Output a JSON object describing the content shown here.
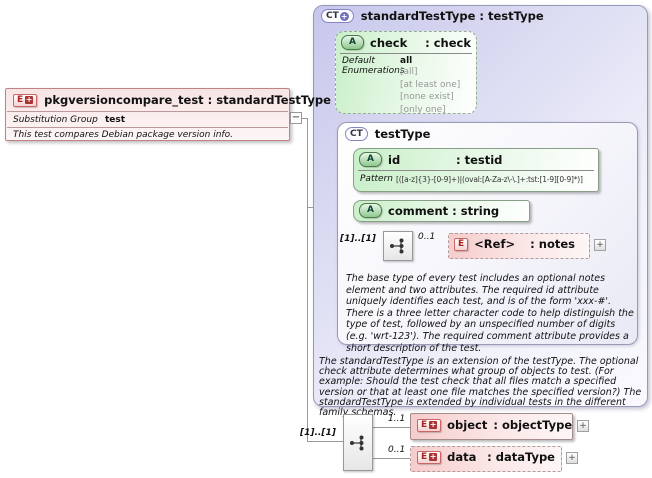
{
  "icons": {
    "element_letter": "E",
    "attribute_letter": "A",
    "complextype_letters": "CT",
    "plus_badge": "+",
    "collapse_minus": "−",
    "expand_plus": "+"
  },
  "root_element": {
    "title": "pkgversioncompare_test : standardTestType",
    "substitution_group_label": "Substitution Group",
    "substitution_group_value": "test",
    "description": "This test compares Debian package version info."
  },
  "standard_test_type": {
    "title": "standardTestType : testType",
    "check_attribute": {
      "name": "check",
      "type_text": ": check",
      "default_label": "Default",
      "default_value": "all",
      "enumerations_label": "Enumerations",
      "enumerations": [
        "[all]",
        "[at least one]",
        "[none exist]",
        "[only one]"
      ]
    },
    "test_type": {
      "title": "testType",
      "id_attribute": {
        "name": "id",
        "type_text": ": testid",
        "pattern_label": "Pattern",
        "pattern_value": "[([a-z]{3}-[0-9]+)|(oval:[A-Za-z\\-\\.]+:tst:[1-9][0-9]*)]"
      },
      "comment_attribute": {
        "title": "comment : string"
      },
      "sequence_occurrence": "[1]..[1]",
      "notes_cardinality": "0..1",
      "notes_element": {
        "name": "<Ref>",
        "type_text": ": notes"
      },
      "description": "The base type of every test includes an optional notes element and two attributes.  The required id attribute uniquely identifies each test, and is of the form 'xxx-#'.  There is a three letter character code to help distinguish the type of test, followed by an unspecified number of digits (e.g. 'wrt-123').  The required comment attribute provides a short description of the test."
    },
    "description": "The standardTestType is an extension of the testType.  The optional check attribute determines what group of objects to test.  (For example: Should the test check that all files match a specified version or that at least one file matches the specified version?)  The standardTestType is extended by individual tests in the different family schemas."
  },
  "bottom_sequence": {
    "occurrence": "[1]..[1]",
    "object_element": {
      "cardinality": "1..1",
      "name": "object",
      "type_text": ": objectType"
    },
    "data_element": {
      "cardinality": "0..1",
      "name": "data",
      "type_text": ": dataType"
    }
  }
}
